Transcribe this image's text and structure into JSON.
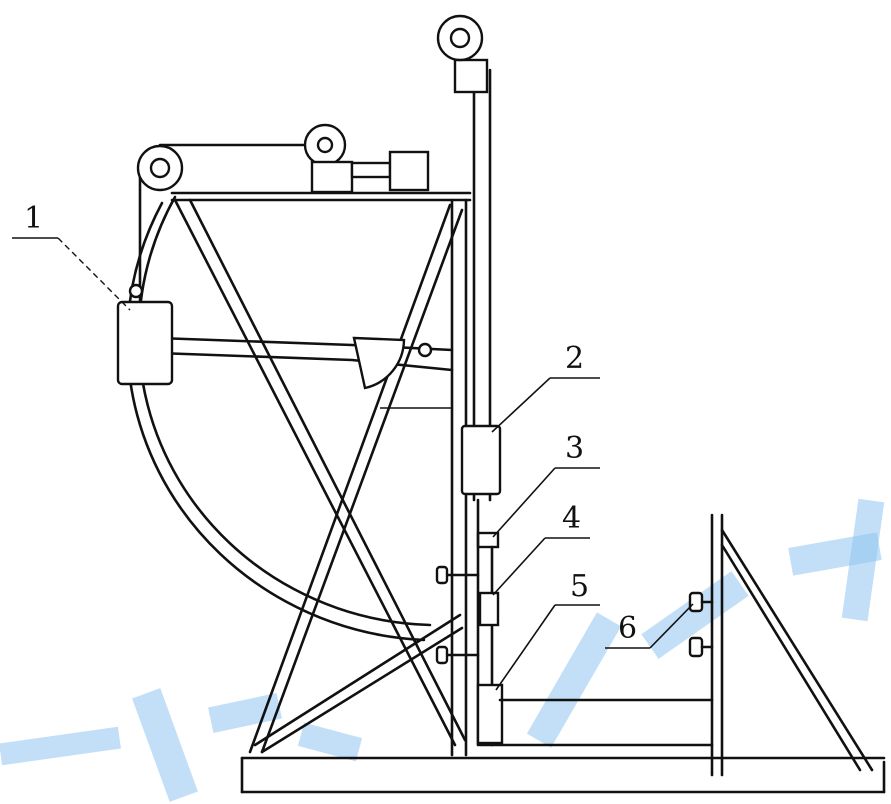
{
  "diagram": {
    "callouts": [
      {
        "id": "1",
        "label": "1"
      },
      {
        "id": "2",
        "label": "2"
      },
      {
        "id": "3",
        "label": "3"
      },
      {
        "id": "4",
        "label": "4"
      },
      {
        "id": "5",
        "label": "5"
      },
      {
        "id": "6",
        "label": "6"
      }
    ]
  },
  "colors": {
    "line": "#111111",
    "background": "#ffffff",
    "watermark": "#8fc4f0"
  }
}
